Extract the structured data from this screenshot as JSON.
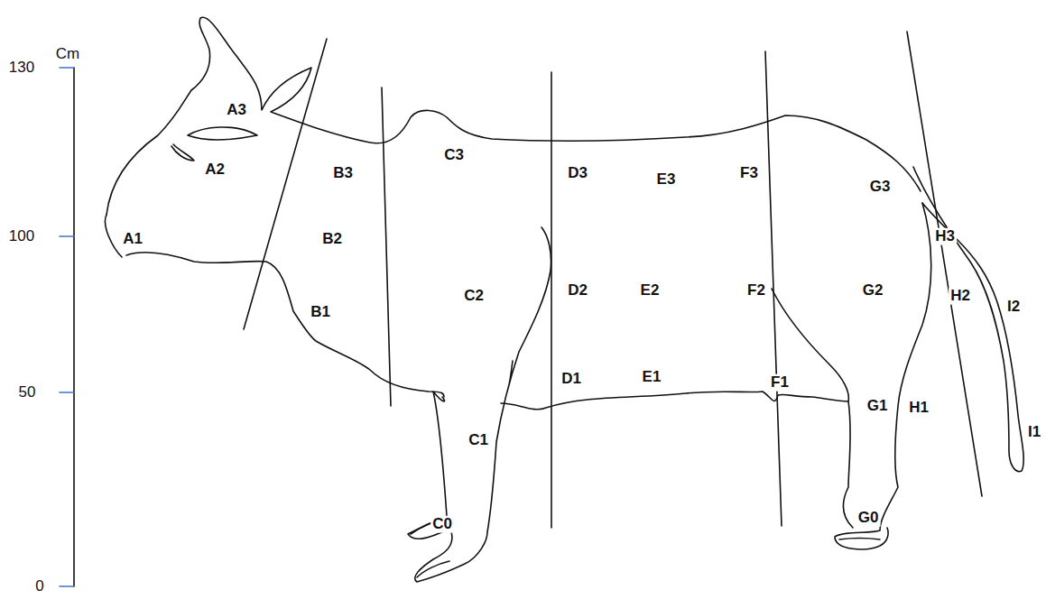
{
  "diagram": {
    "labels": [
      "Cm",
      "130",
      "100",
      "50",
      "0",
      "A3",
      "A2",
      "A1",
      "B3",
      "B2",
      "B1",
      "C3",
      "C2",
      "C1",
      "C0",
      "D3",
      "D2",
      "D1",
      "E3",
      "E2",
      "E1",
      "F3",
      "F2",
      "F1",
      "G3",
      "G2",
      "G1",
      "G0",
      "H3",
      "H2",
      "H1",
      "I2",
      "I1"
    ]
  }
}
